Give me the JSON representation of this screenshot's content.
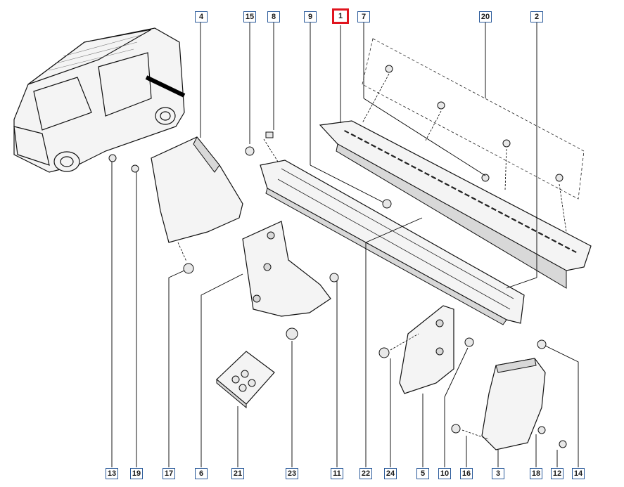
{
  "diagram": {
    "highlight_color": "#e0141e",
    "callout_border_color": "#2a5a9a",
    "selected_callout": "1",
    "callouts_top": [
      "4",
      "15",
      "8",
      "9",
      "1",
      "7",
      "20",
      "2"
    ],
    "callouts_bottom": [
      "13",
      "19",
      "17",
      "6",
      "21",
      "23",
      "11",
      "22",
      "24",
      "5",
      "10",
      "16",
      "3",
      "18",
      "12",
      "14"
    ],
    "illustrations": [
      "van-icon",
      "step-tread-part",
      "step-bracket-part",
      "left-end-cover-part",
      "left-support-bracket-part",
      "right-support-bracket-part",
      "right-end-cover-part",
      "fastener-kit-box"
    ]
  }
}
